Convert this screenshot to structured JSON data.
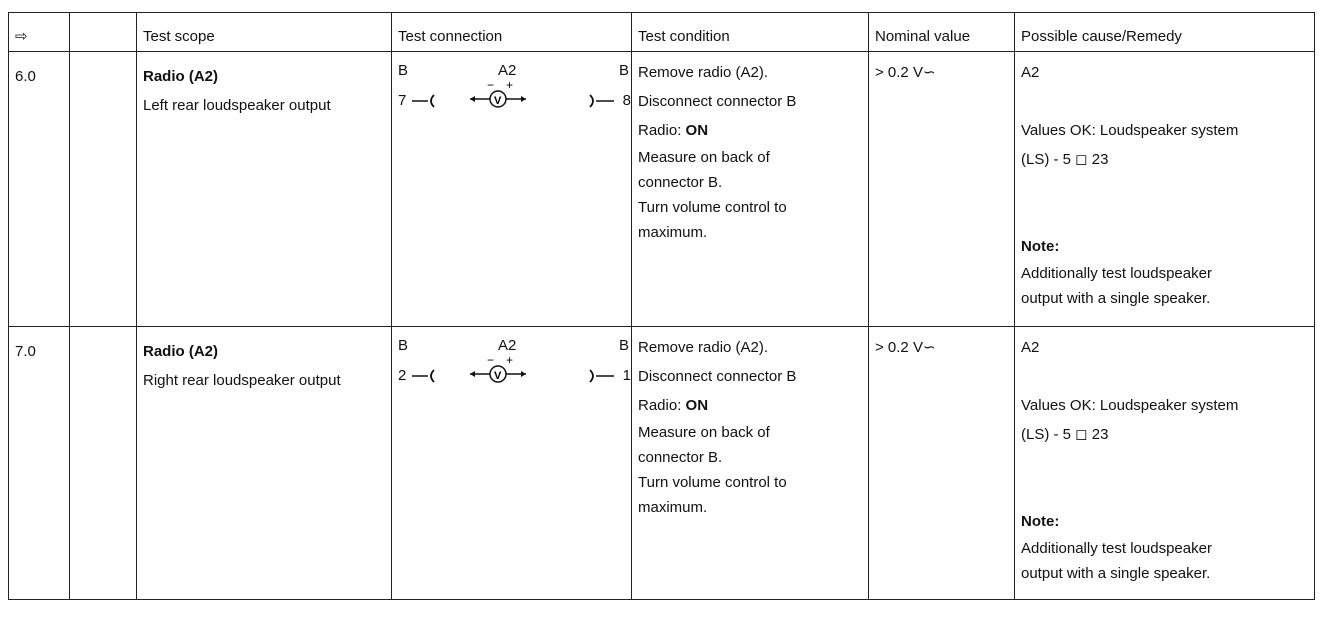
{
  "header": {
    "col_arrow": "⇨",
    "col_blank": "",
    "col_scope": "Test scope",
    "col_connection": "Test connection",
    "col_condition": "Test condition",
    "col_nominal": "Nominal value",
    "col_remedy": "Possible cause/Remedy"
  },
  "rows": [
    {
      "step": "6.0",
      "scope_title": "Radio (A2)",
      "scope_desc": "Left rear loudspeaker output",
      "conn": {
        "left_conn": "B",
        "meter": "A2",
        "right_conn": "B",
        "left_pin": "7",
        "right_pin": "8"
      },
      "condition": {
        "l1": "Remove radio (A2).",
        "l2": "Disconnect connector B",
        "l3_prefix": "Radio: ",
        "l3_bold": "ON",
        "l4": "Measure on back of",
        "l5": "connector B.",
        "l6": "Turn volume control to",
        "l7": "maximum."
      },
      "nominal": "> 0.2 V∽",
      "remedy": {
        "component": "A2",
        "ok_l1": "Values OK: Loudspeaker system",
        "ok_l2": "(LS) - 5 ◻ 23",
        "note_title": "Note:",
        "note_l1": "Additionally test loudspeaker",
        "note_l2": "output with a single speaker."
      }
    },
    {
      "step": "7.0",
      "scope_title": "Radio (A2)",
      "scope_desc": "Right rear loudspeaker output",
      "conn": {
        "left_conn": "B",
        "meter": "A2",
        "right_conn": "B",
        "left_pin": "2",
        "right_pin": "1"
      },
      "condition": {
        "l1": "Remove radio (A2).",
        "l2": "Disconnect connector B",
        "l3_prefix": "Radio: ",
        "l3_bold": "ON",
        "l4": "Measure on back of",
        "l5": "connector B.",
        "l6": "Turn volume control to",
        "l7": "maximum."
      },
      "nominal": "> 0.2 V∽",
      "remedy": {
        "component": "A2",
        "ok_l1": "Values OK: Loudspeaker system",
        "ok_l2": "(LS) - 5 ◻ 23",
        "note_title": "Note:",
        "note_l1": "Additionally test loudspeaker",
        "note_l2": "output with a single speaker."
      }
    }
  ]
}
